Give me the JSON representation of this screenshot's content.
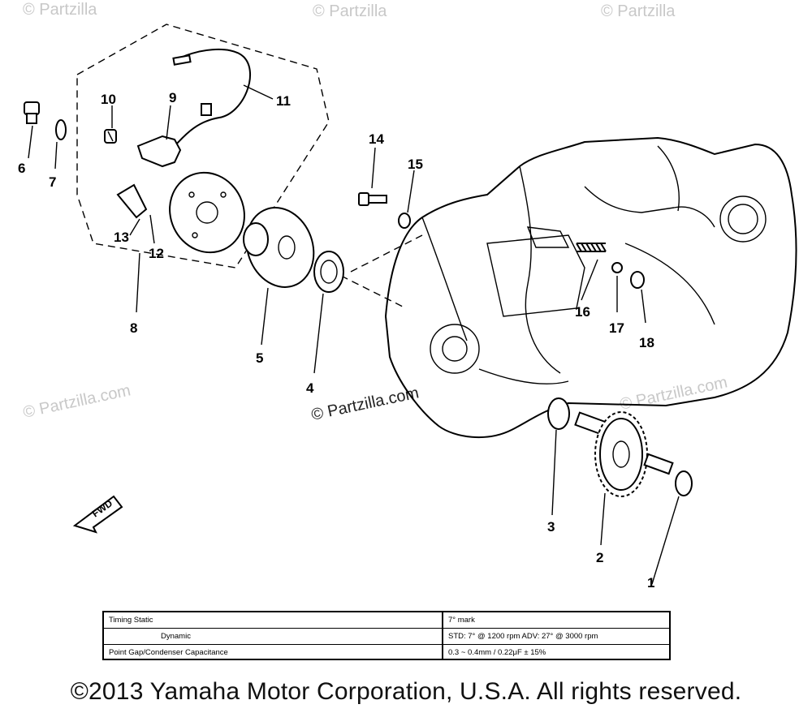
{
  "watermarks": {
    "top_left": "© Partzilla",
    "top_center": "© Partzilla",
    "top_right": "© Partzilla",
    "mid_left": "© Partzilla.com",
    "mid_center": "© Partzilla.com",
    "mid_right": "© Partzilla.com"
  },
  "callouts": [
    "1",
    "2",
    "3",
    "4",
    "5",
    "6",
    "7",
    "8",
    "9",
    "10",
    "11",
    "12",
    "13",
    "14",
    "15",
    "16",
    "17",
    "18"
  ],
  "fwd_label": "FWD",
  "spec_table": {
    "rows": [
      {
        "label": "Timing  Static",
        "value": "7° mark"
      },
      {
        "label": "Dynamic",
        "value": "STD:  7° @ 1200 rpm   ADV:  27° @ 3000 rpm"
      },
      {
        "label": "Point Gap/Condenser Capacitance",
        "value": "0.3 ~ 0.4mm / 0.22μF ± 15%"
      }
    ]
  },
  "copyright": "©2013 Yamaha Motor Corporation, U.S.A. All rights reserved."
}
